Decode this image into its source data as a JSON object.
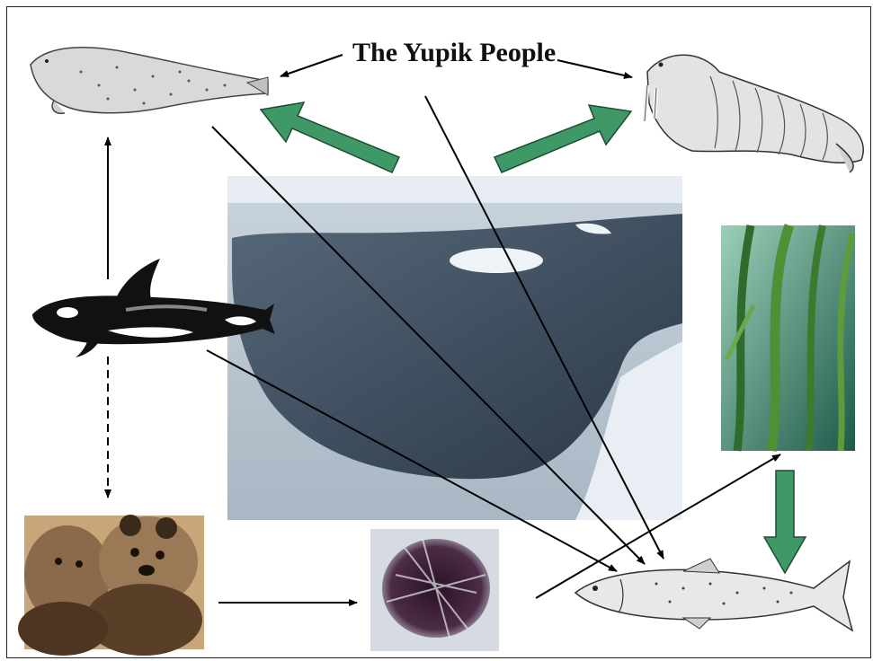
{
  "title": "The Yupik People",
  "icons": {
    "seal": "seal-illustration",
    "walrus": "walrus-illustration",
    "orca": "orca-illustration",
    "ice": "sea-ice-photo",
    "kelp": "kelp-forest-photo",
    "otters": "sea-otters-photo",
    "urchin": "sea-urchin-photo",
    "salmon": "salmon-illustration"
  },
  "colors": {
    "green_arrow": "#3f9966",
    "green_arrow_stroke": "#1d4d33",
    "line": "#000000",
    "ice_water": "#2d3a45",
    "ice_snow": "#dfe6ec",
    "kelp": "#3f7a3a",
    "kelp_water": "#5aa6a0",
    "otter": "#6e5238",
    "urchin": "#3a1f36"
  }
}
